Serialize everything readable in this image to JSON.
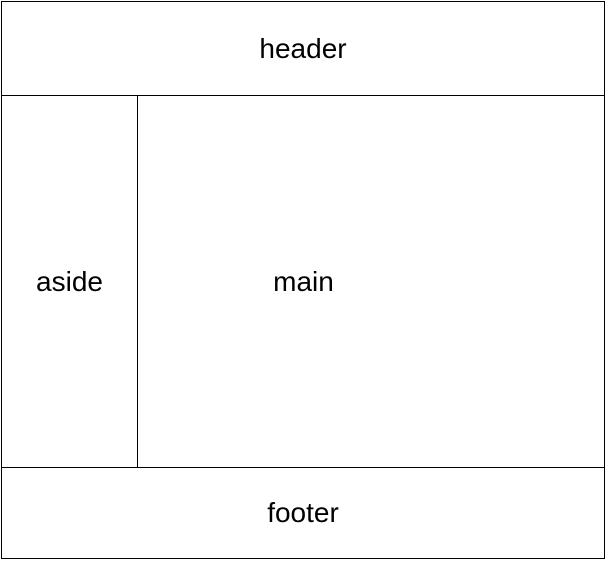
{
  "diagram": {
    "regions": {
      "header": "header",
      "aside": "aside",
      "main": "main",
      "footer": "footer"
    },
    "colors": {
      "stroke": "#000000",
      "fill": "#ffffff",
      "text": "#000000"
    }
  }
}
